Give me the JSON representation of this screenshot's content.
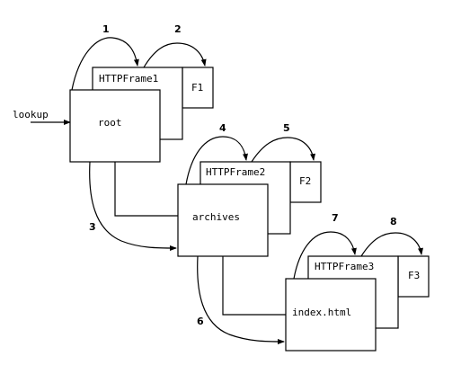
{
  "diagram": {
    "entry_label": "lookup",
    "nodes": [
      {
        "name": "root",
        "frame": "HTTPFrame1",
        "subframe": "F1"
      },
      {
        "name": "archives",
        "frame": "HTTPFrame2",
        "subframe": "F2"
      },
      {
        "name": "index.html",
        "frame": "HTTPFrame3",
        "subframe": "F3"
      }
    ],
    "steps": [
      "1",
      "2",
      "3",
      "4",
      "5",
      "6",
      "7",
      "8"
    ]
  }
}
